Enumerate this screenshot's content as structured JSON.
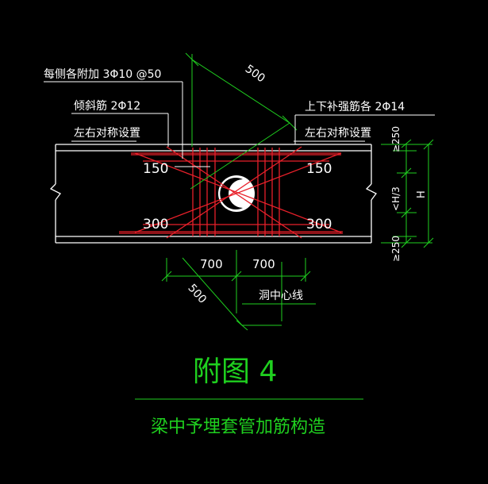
{
  "labels": {
    "side_bars": "每侧各附加 3Φ10 @50",
    "inclined_bars": "倾斜筋 2Φ12",
    "sym_left": "左右对称设置",
    "top_bottom_bars": "上下补强筋各 2Φ14",
    "sym_right": "左右对称设置",
    "dim_150_left": "150",
    "dim_300_left": "300",
    "dim_150_right": "150",
    "dim_300_right": "300",
    "dim_700_left": "700",
    "dim_700_right": "700",
    "dim_500_top": "500",
    "dim_500_bottom": "500",
    "hole_centerline": "洞中心线",
    "dim_250_top": "≥250",
    "dim_250_bottom": "≥250",
    "dim_h3": "<H/3",
    "dim_h": "H"
  },
  "figure": {
    "number": "附图  4",
    "caption": "梁中予埋套管加筋构造"
  },
  "colors": {
    "background": "#000000",
    "beam": "#ffffff",
    "rebar": "#e8202a",
    "dimension": "#1fd01f",
    "text": "#ffffff"
  }
}
